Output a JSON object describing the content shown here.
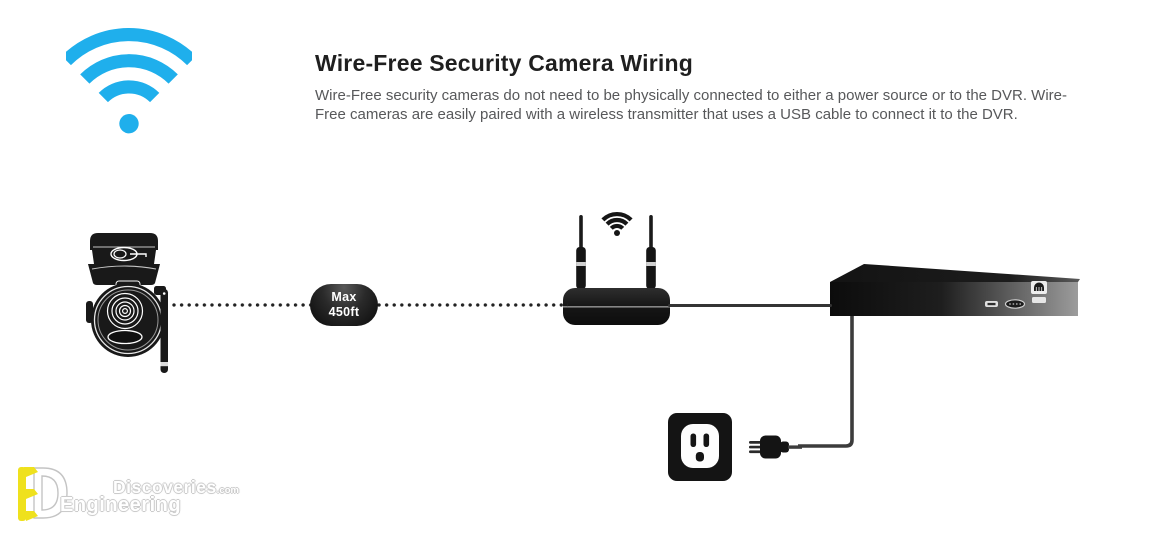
{
  "header": {
    "title": "Wire-Free Security Camera Wiring",
    "description_line1": "Wire-Free security cameras do not need to be physically connected to either a power source or to the DVR. Wire-",
    "description_line2": "Free cameras are easily paired with a wireless transmitter that uses a USB cable to connect it to the DVR.",
    "wifi_icon_color": "#1FAFEC"
  },
  "diagram": {
    "range_badge": {
      "line1": "Max",
      "line2": "450ft"
    },
    "icons": [
      "wifi-signal-icon",
      "wireless-camera-icon",
      "wireless-transmitter-icon",
      "transmitter-wifi-icon",
      "dvr-icon",
      "power-plug-icon",
      "power-outlet-icon"
    ],
    "ink_color": "#161616"
  },
  "watermark": {
    "word_top": "Discoveries",
    "word_top_suffix": ".com",
    "word_bottom": "Engineering",
    "logo_monogram": "ED",
    "logo_yellow": "#EFE11D"
  }
}
